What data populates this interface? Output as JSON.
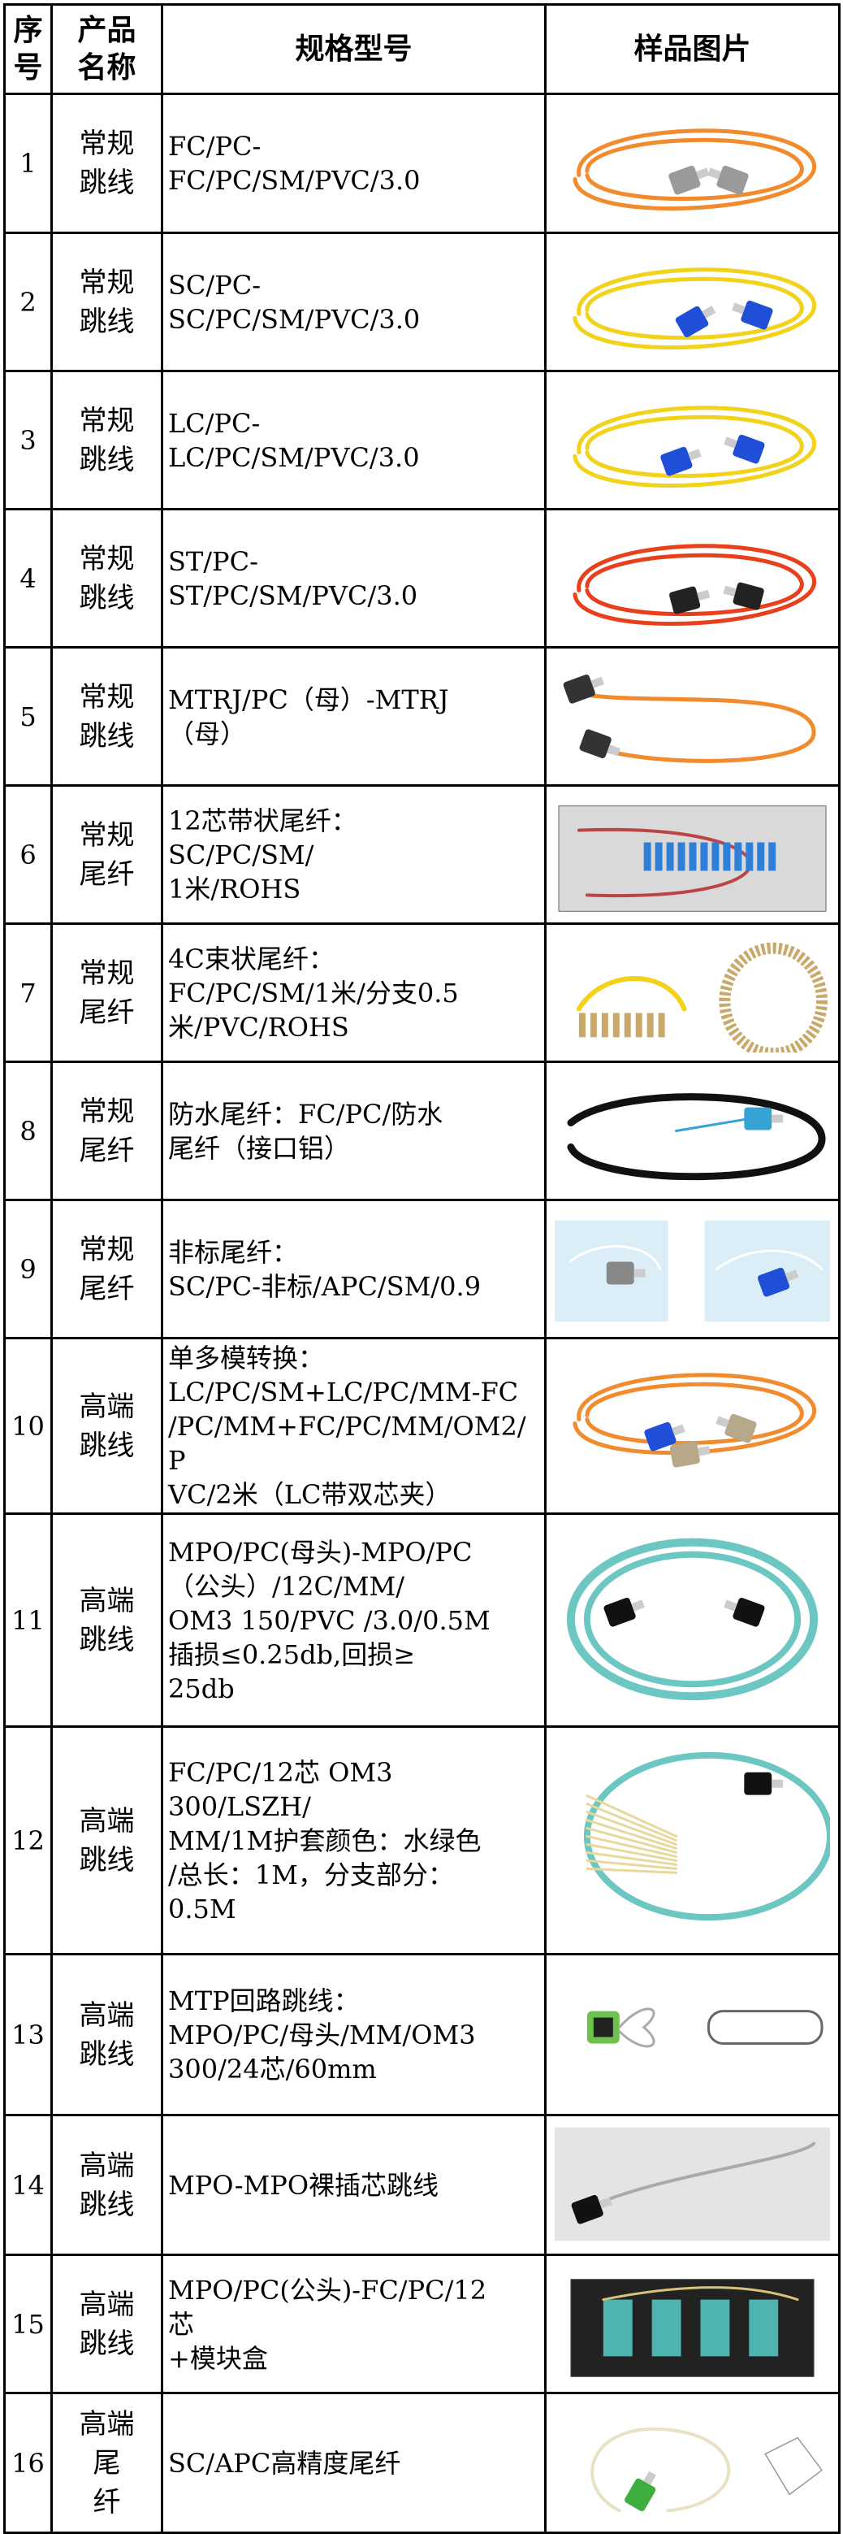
{
  "headers": {
    "num": [
      "序",
      "号"
    ],
    "name": [
      "产品",
      "名称"
    ],
    "spec": "规格型号",
    "image": "样品图片"
  },
  "rows": [
    {
      "num": "1",
      "name": [
        "常规",
        "跳线"
      ],
      "spec": [
        "FC/PC-",
        "FC/PC/SM/PVC/3.0"
      ],
      "image": "orange-fc-patch-cord"
    },
    {
      "num": "2",
      "name": [
        "常规",
        "跳线"
      ],
      "spec": [
        "SC/PC-",
        "SC/PC/SM/PVC/3.0"
      ],
      "image": "yellow-sc-patch-cord"
    },
    {
      "num": "3",
      "name": [
        "常规",
        "跳线"
      ],
      "spec": [
        "LC/PC-",
        "LC/PC/SM/PVC/3.0"
      ],
      "image": "yellow-lc-patch-cord"
    },
    {
      "num": "4",
      "name": [
        "常规",
        "跳线"
      ],
      "spec": [
        "ST/PC-",
        "ST/PC/SM/PVC/3.0"
      ],
      "image": "red-st-patch-cord"
    },
    {
      "num": "5",
      "name": [
        "常规",
        "跳线"
      ],
      "spec": [
        "MTRJ/PC（母）-MTRJ",
        "（母）"
      ],
      "image": "orange-mtrj-patch-cord"
    },
    {
      "num": "6",
      "name": [
        "常规",
        "尾纤"
      ],
      "spec": [
        "12芯带状尾纤：",
        "SC/PC/SM/",
        "1米/ROHS"
      ],
      "image": "ribbon-pigtail-box"
    },
    {
      "num": "7",
      "name": [
        "常规",
        "尾纤"
      ],
      "spec": [
        "4C束状尾纤：",
        "FC/PC/SM/1米/分支0.5",
        "米/PVC/ROHS"
      ],
      "image": "bundle-pigtail"
    },
    {
      "num": "8",
      "name": [
        "常规",
        "尾纤"
      ],
      "spec": [
        "防水尾纤：FC/PC/防水",
        "尾纤（接口铝）"
      ],
      "image": "waterproof-pigtail"
    },
    {
      "num": "9",
      "name": [
        "常规",
        "尾纤"
      ],
      "spec": [
        "非标尾纤：",
        "SC/PC-非标/APC/SM/0.9"
      ],
      "image": "nonstandard-pigtail"
    },
    {
      "num": "10",
      "name": [
        "高端",
        "跳线"
      ],
      "spec": [
        "单多模转换：",
        "LC/PC/SM+LC/PC/MM-FC",
        "/PC/MM+FC/PC/MM/OM2/P",
        "VC/2米（LC带双芯夹）"
      ],
      "image": "mode-conversion-cord"
    },
    {
      "num": "11",
      "name": [
        "高端",
        "跳线"
      ],
      "spec": [
        "MPO/PC(母头)-MPO/PC",
        "（公头）/12C/MM/",
        "OM3 150/PVC /3.0/0.5M",
        "插损≤0.25db,回损≥",
        "25db"
      ],
      "image": "aqua-mpo-cord"
    },
    {
      "num": "12",
      "name": [
        "高端",
        "跳线"
      ],
      "spec": [
        "FC/PC/12芯  OM3",
        "300/LSZH/",
        "MM/1M护套颜色：水绿色",
        "/总长：1M，分支部分：",
        "0.5M"
      ],
      "image": "mpo-fanout-cord"
    },
    {
      "num": "13",
      "name": [
        "高端",
        "跳线"
      ],
      "spec": [
        "MTP回路跳线：",
        "MPO/PC/母头/MM/OM3",
        "300/24芯/60mm"
      ],
      "image": "mtp-loopback"
    },
    {
      "num": "14",
      "name": [
        "高端",
        "跳线"
      ],
      "spec": [
        "MPO-MPO裸插芯跳线"
      ],
      "image": "bare-mpo-cord"
    },
    {
      "num": "15",
      "name": [
        "高端",
        "跳线"
      ],
      "spec": [
        "MPO/PC(公头)-FC/PC/12",
        "芯",
        "+模块盒"
      ],
      "image": "mpo-cassette"
    },
    {
      "num": "16",
      "name": [
        "高端",
        "尾",
        "纤"
      ],
      "spec": [
        "SC/APC高精度尾纤"
      ],
      "image": "sc-apc-pigtail"
    }
  ],
  "colors": {
    "orange": "#f28a2e",
    "yellow": "#f2d21a",
    "red": "#e8401c",
    "aqua": "#6cc7c2",
    "blue": "#1e4fd6",
    "black": "#111111"
  }
}
